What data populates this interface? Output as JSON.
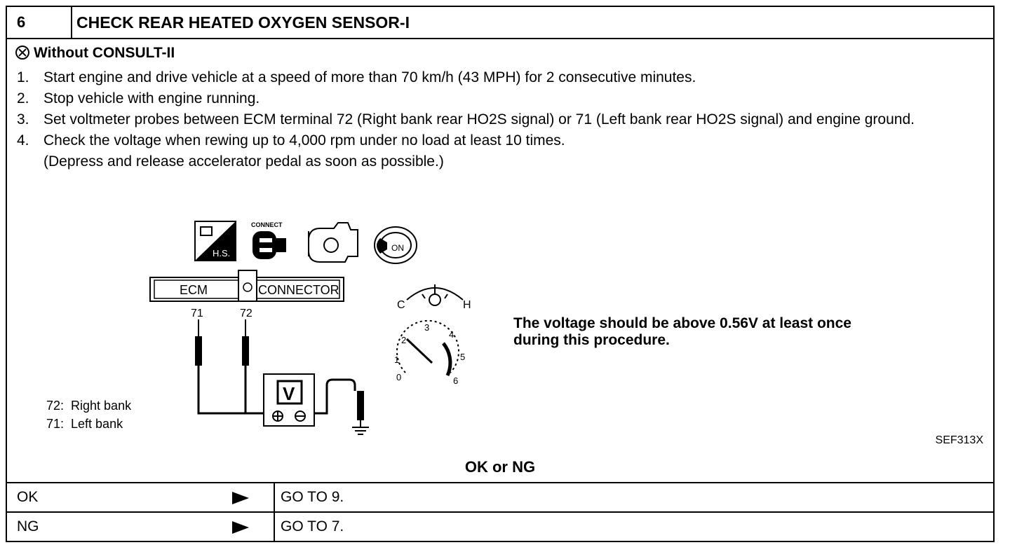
{
  "header": {
    "step_number": "6",
    "title": "CHECK REAR HEATED OXYGEN SENSOR-I"
  },
  "mode": {
    "icon": "without-consult-icon",
    "label": "Without CONSULT-II"
  },
  "steps": [
    {
      "num": "1.",
      "text": "Start engine and drive vehicle at a speed of more than 70 km/h (43 MPH) for 2 consecutive minutes."
    },
    {
      "num": "2.",
      "text": "Stop vehicle with engine running."
    },
    {
      "num": "3.",
      "text": "Set voltmeter probes between ECM terminal 72 (Right bank rear HO2S signal) or 71 (Left bank rear HO2S signal) and engine ground."
    },
    {
      "num": "4.",
      "text": "Check the voltage when rewing up to 4,000 rpm under no load at least 10 times.\n(Depress and release accelerator pedal as soon as possible.)"
    }
  ],
  "diagram": {
    "hs_label": "H.S.",
    "connect_label": "CONNECT",
    "ign_label": "ON",
    "ecm_label": "ECM",
    "connector_label": "CONNECTOR",
    "terminal_a": "71",
    "terminal_b": "72",
    "voltmeter_label": "V",
    "temp_cold": "C",
    "temp_hot": "H",
    "tach_ticks": [
      "0",
      "1",
      "2",
      "3",
      "4",
      "5",
      "6"
    ]
  },
  "result_text": "The voltage should be above 0.56V at least once\nduring this procedure.",
  "legend": [
    "72:  Right bank",
    "71:  Left bank"
  ],
  "figure_code": "SEF313X",
  "question": "OK or NG",
  "outcomes": [
    {
      "result": "OK",
      "action": "GO TO 9."
    },
    {
      "result": "NG",
      "action": "GO TO 7."
    }
  ]
}
